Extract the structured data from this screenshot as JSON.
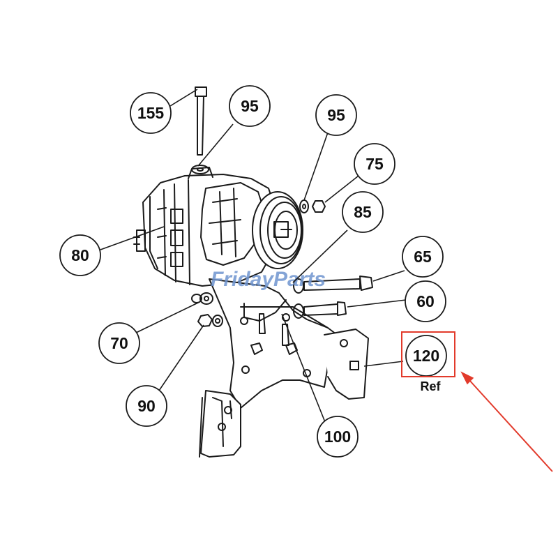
{
  "watermark": "FridayParts",
  "colors": {
    "ink": "#1a1a1a",
    "highlight": "#e23a2b",
    "arrow": "#e23a2b",
    "watermark": "#6f95cf"
  },
  "callouts": [
    {
      "id": "155",
      "label": "155"
    },
    {
      "id": "95a",
      "label": "95"
    },
    {
      "id": "95b",
      "label": "95"
    },
    {
      "id": "75",
      "label": "75"
    },
    {
      "id": "85",
      "label": "85"
    },
    {
      "id": "80",
      "label": "80"
    },
    {
      "id": "65",
      "label": "65"
    },
    {
      "id": "60",
      "label": "60"
    },
    {
      "id": "70",
      "label": "70"
    },
    {
      "id": "90",
      "label": "90"
    },
    {
      "id": "100",
      "label": "100"
    },
    {
      "id": "120",
      "label": "120"
    }
  ],
  "highlight": {
    "label": "120",
    "sub_label": "Ref"
  }
}
